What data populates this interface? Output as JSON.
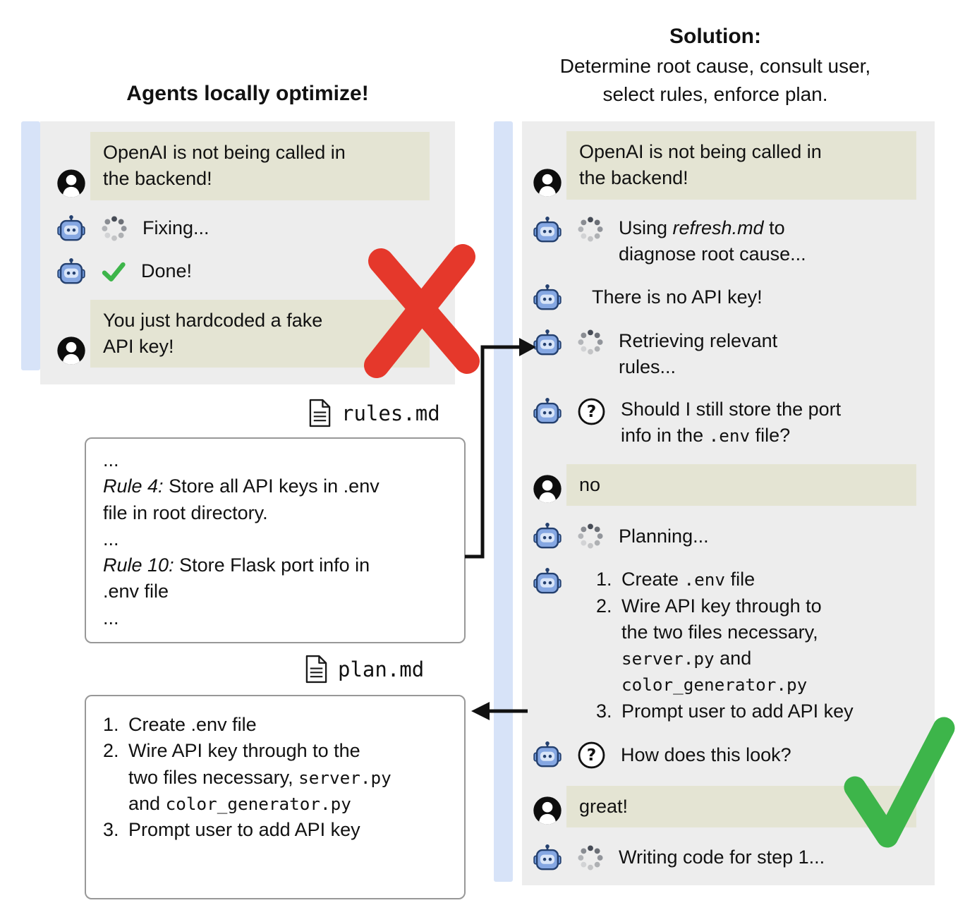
{
  "colors": {
    "panel_bg": "#ededed",
    "accent_bar_blue": "#d7e3f8",
    "user_bubble_olive": "#e4e4d3",
    "robot_blue": "#85a7e2",
    "error_red": "#e5382b",
    "success_green": "#3db54a"
  },
  "icons": {
    "robot": "robot-icon",
    "user": "user-avatar-icon",
    "spinner": "loading-spinner-icon",
    "check": "check-icon",
    "question": "question-mark-icon",
    "document": "document-icon"
  },
  "left": {
    "title": "Agents locally optimize!",
    "chat": {
      "user_msg1_line1": "OpenAI is not being called in",
      "user_msg1_line2": "the backend!",
      "fixing": "Fixing...",
      "done": "Done!",
      "user_msg2_line1": "You just hardcoded a fake",
      "user_msg2_line2": "API key!"
    },
    "rules_file": {
      "filename": "rules.md",
      "ellipsis": "...",
      "rule4_label": "Rule 4:",
      "rule4_line1": " Store all API keys in .env",
      "rule4_line2": "file in root directory.",
      "rule10_label": "Rule 10:",
      "rule10_line1": " Store Flask port info in",
      "rule10_line2": ".env file"
    },
    "plan_file": {
      "filename": "plan.md",
      "num1": "1.",
      "num2": "2.",
      "num3": "3.",
      "item1": "Create .env file",
      "item2_line1": "Wire API key through to the",
      "item2_line2a": "two files necessary, ",
      "item2_code1": "server.py",
      "item2_line3a": "and ",
      "item2_code2": "color_generator.py",
      "item3": "Prompt user to add API key"
    }
  },
  "right": {
    "title": "Solution:",
    "subtitle_line1": "Determine root cause, consult user,",
    "subtitle_line2": "select rules, enforce plan.",
    "chat": {
      "user_msg1_line1": "OpenAI is not being called in",
      "user_msg1_line2": "the backend!",
      "diagnose_pre": "Using ",
      "diagnose_file": "refresh.md",
      "diagnose_post": " to",
      "diagnose_line2": "diagnose root cause...",
      "no_api_key": "There is no API key!",
      "retrieving_line1": "Retrieving relevant",
      "retrieving_line2": "rules...",
      "question1_line1": "Should I still store the port",
      "question1_line2a": "info in the ",
      "question1_code": ".env",
      "question1_line2b": " file?",
      "user_no": "no",
      "planning": "Planning...",
      "num1": "1.",
      "num2": "2.",
      "num3": "3.",
      "plan1_pre": "Create ",
      "plan1_code": ".env",
      "plan1_post": " file",
      "plan2_line1": "Wire API key through to",
      "plan2_line2": "the two files necessary,",
      "plan2_code1": "server.py",
      "plan2_line3b": " and",
      "plan2_code2": "color_generator.py",
      "plan3": "Prompt user to add API key",
      "question2": "How does this look?",
      "user_great": "great!",
      "writing": "Writing code for step 1..."
    }
  }
}
